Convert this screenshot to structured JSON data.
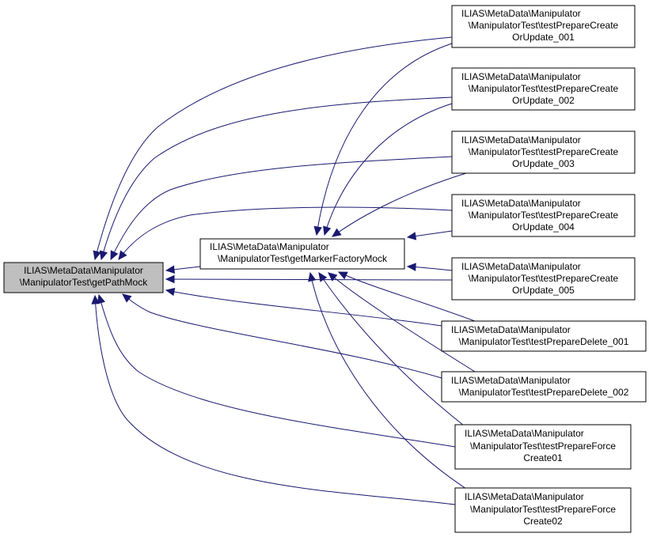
{
  "diagram": {
    "colors": {
      "edge": "#191970",
      "focus_fill": "#bfbfbf",
      "node_fill": "#ffffff",
      "border": "#000000"
    },
    "nodes": {
      "getPathMock": [
        "ILIAS\\MetaData\\Manipulator",
        "\\ManipulatorTest\\getPathMock"
      ],
      "getMarkerFactoryMock": [
        "ILIAS\\MetaData\\Manipulator",
        "\\ManipulatorTest\\getMarkerFactoryMock"
      ],
      "cu001": [
        "ILIAS\\MetaData\\Manipulator",
        "\\ManipulatorTest\\testPrepareCreate",
        "OrUpdate_001"
      ],
      "cu002": [
        "ILIAS\\MetaData\\Manipulator",
        "\\ManipulatorTest\\testPrepareCreate",
        "OrUpdate_002"
      ],
      "cu003": [
        "ILIAS\\MetaData\\Manipulator",
        "\\ManipulatorTest\\testPrepareCreate",
        "OrUpdate_003"
      ],
      "cu004": [
        "ILIAS\\MetaData\\Manipulator",
        "\\ManipulatorTest\\testPrepareCreate",
        "OrUpdate_004"
      ],
      "cu005": [
        "ILIAS\\MetaData\\Manipulator",
        "\\ManipulatorTest\\testPrepareCreate",
        "OrUpdate_005"
      ],
      "del001": [
        "ILIAS\\MetaData\\Manipulator",
        "\\ManipulatorTest\\testPrepareDelete_001"
      ],
      "del002": [
        "ILIAS\\MetaData\\Manipulator",
        "\\ManipulatorTest\\testPrepareDelete_002"
      ],
      "fc01": [
        "ILIAS\\MetaData\\Manipulator",
        "\\ManipulatorTest\\testPrepareForce",
        "Create01"
      ],
      "fc02": [
        "ILIAS\\MetaData\\Manipulator",
        "\\ManipulatorTest\\testPrepareForce",
        "Create02"
      ]
    }
  }
}
